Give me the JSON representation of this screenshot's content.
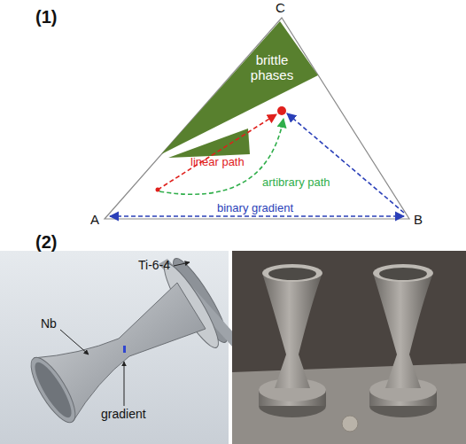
{
  "diagram": {
    "nodes": [
      {
        "text": [
          "brittle phases"
        ]
      }
    ],
    "labels": [
      "(1)",
      "C",
      "A",
      "B",
      "linear path",
      "artibrary path",
      "binary gradient",
      "(2)",
      "Ti-6-4",
      "Nb",
      "gradient"
    ]
  }
}
